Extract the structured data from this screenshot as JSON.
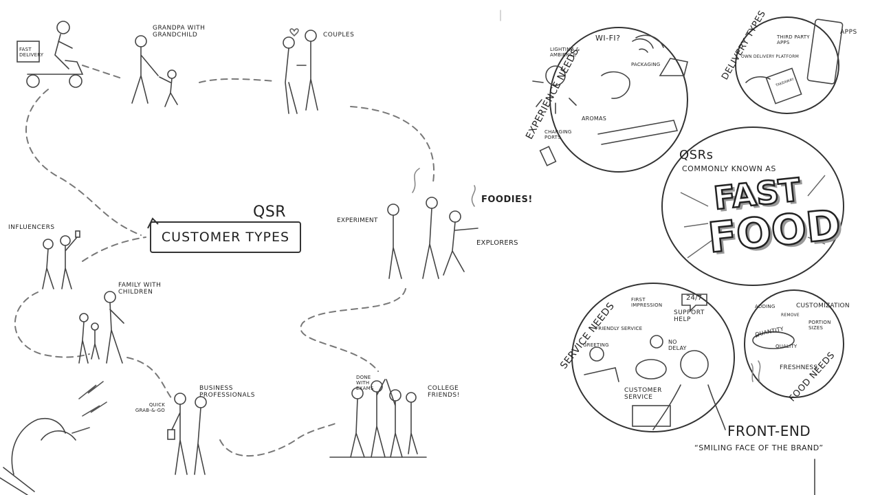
{
  "main_title": {
    "qsr": "QSR",
    "box": "Customer Types"
  },
  "customer_types": {
    "grandpa": "Grandpa with Grandchild",
    "couples": "Couples",
    "influencers": "Influencers",
    "family": "Family with Children",
    "business": "Business Professionals",
    "quick_grab": "Quick Grab-&-Go",
    "college": "College Friends!",
    "done_exams": "Done with Exams",
    "foodies": "Foodies!",
    "experiment": "Experiment",
    "explorers": "Explorers",
    "delivery_box": "Fast Delivery"
  },
  "experience_needs": {
    "title": "Experience Needs",
    "wifi": "Wi-Fi?",
    "lighting": "Lighting & Ambience",
    "packaging": "Packaging",
    "aromas": "Aromas",
    "charging": "Charging Ports"
  },
  "delivery_types": {
    "title": "Delivery Types",
    "third_party": "Third Party Apps",
    "apps": "Apps",
    "own_platform": "Own Delivery Platform",
    "takeaway": "Takeaway"
  },
  "qsr": {
    "heading": "QSRs",
    "subheading": "Commonly known as",
    "fast": "Fast",
    "food": "Food"
  },
  "service_needs": {
    "title": "Service Needs",
    "first_impression": "First Impression",
    "friendly": "Friendly Service",
    "support": "24/7",
    "support_help": "Support Help",
    "greeting": "Greeting",
    "no_delay": "No Delay",
    "customer_service": "Customer Service"
  },
  "food_needs": {
    "title": "Food Needs",
    "adding": "Adding",
    "remove": "Remove",
    "customization": "Customization",
    "portion": "Portion Sizes",
    "quantity": "Quantity",
    "quality": "Quality",
    "freshness": "Freshness"
  },
  "front_end": {
    "title": "Front-End",
    "tagline": "“Smiling face of the brand”"
  }
}
